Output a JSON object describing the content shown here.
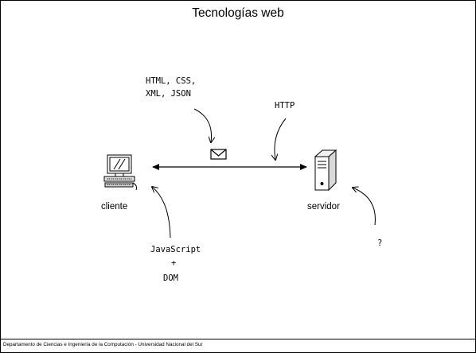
{
  "slide": {
    "title": "Tecnologías web",
    "footer": "Departamento de Ciencias e Ingeniería de la Computación - Universidad Nacional del Sur"
  },
  "diagram": {
    "nodes": {
      "client": {
        "label": "cliente",
        "icon": "desktop-computer-icon"
      },
      "server": {
        "label": "servidor",
        "icon": "server-tower-icon"
      }
    },
    "annotations": {
      "markup_line1": "HTML, CSS,",
      "markup_line2": "XML, JSON",
      "protocol": "HTTP",
      "js_line1": "JavaScript",
      "js_line2": "+",
      "js_line3": "DOM",
      "server_unknown": "?"
    },
    "message_icon": "envelope-icon",
    "connection": "bidirectional-arrow"
  }
}
